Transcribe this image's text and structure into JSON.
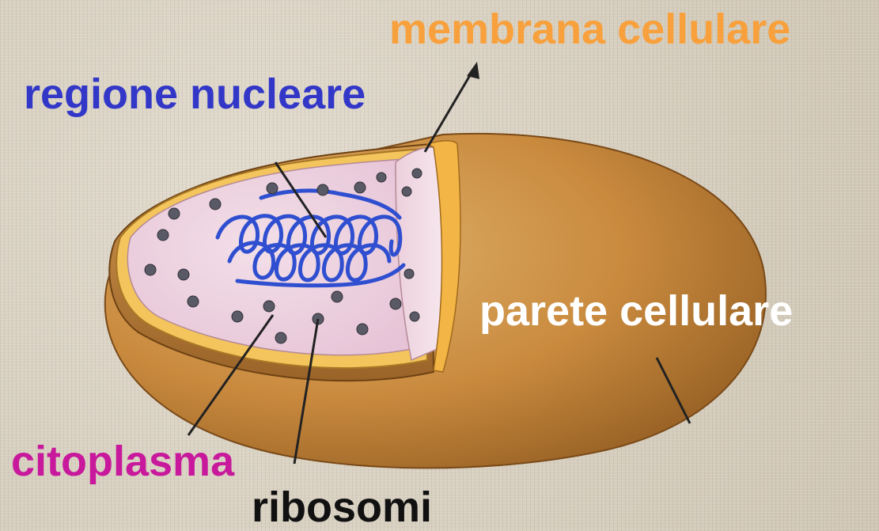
{
  "labels": {
    "membrana_cellulare": "membrana cellulare",
    "regione_nucleare": "regione nucleare",
    "parete_cellulare": "parete cellulare",
    "citoplasma": "citoplasma",
    "ribosomi": "ribosomi"
  },
  "colors": {
    "membrana_cellulare": "#f7a03c",
    "regione_nucleare": "#3237c8",
    "parete_cellulare": "#ffffff",
    "citoplasma": "#c8189c",
    "ribosomi": "#111111",
    "cell_wall": "#c98a3e",
    "cell_wall_dark": "#8a5a22",
    "membrane": "#f5c75a",
    "cytoplasm": "#e8c9dc",
    "dna": "#2f4fd0",
    "ribosome": "#5a5a66",
    "pointer_line": "#222222"
  }
}
